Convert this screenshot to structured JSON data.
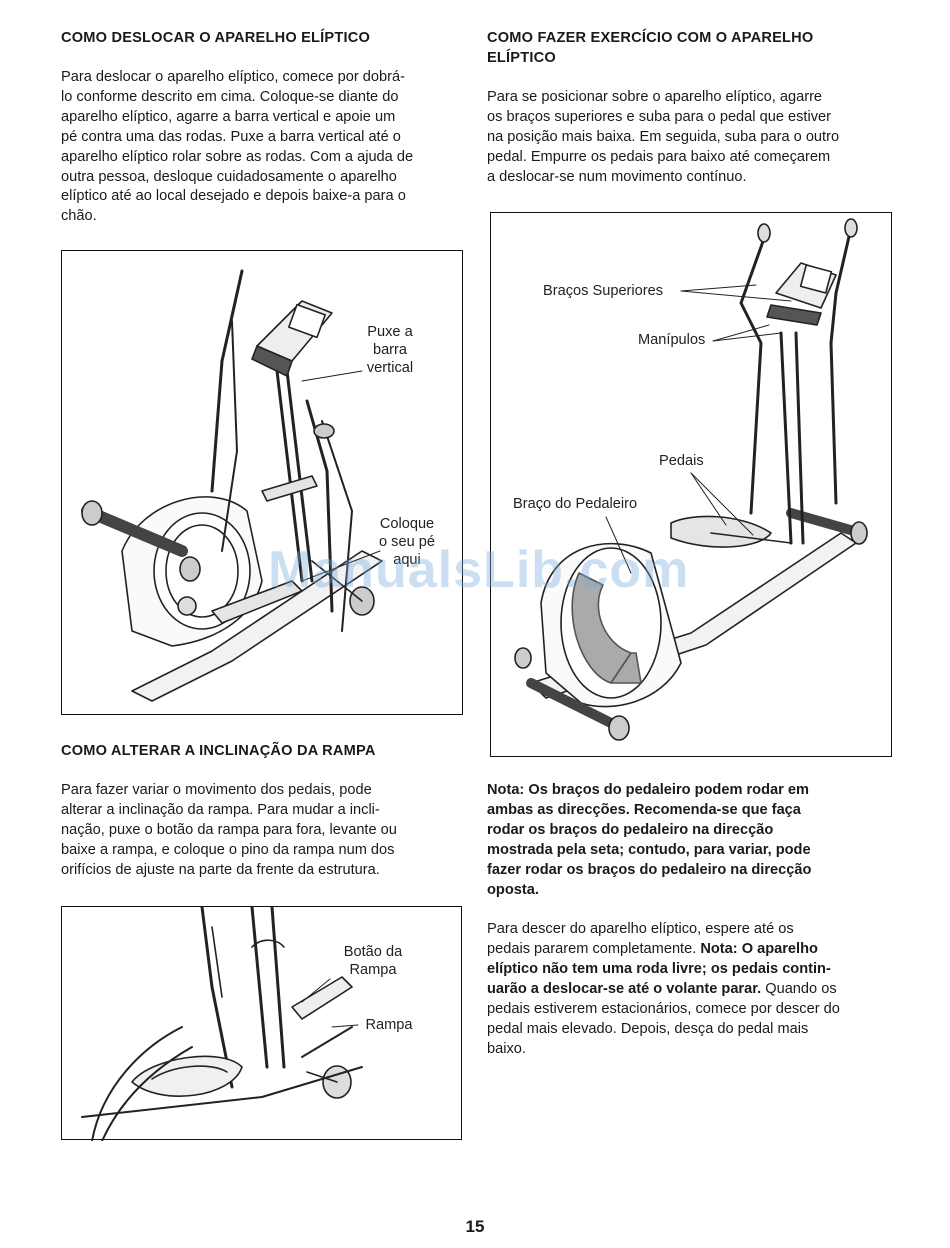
{
  "left": {
    "s1_heading": "COMO DESLOCAR O APARELHO ELÍPTICO",
    "s1_lines": [
      "Para deslocar o aparelho elíptico, comece por dobrá-",
      "lo conforme descrito em cima. Coloque-se diante do",
      "aparelho elíptico, agarre a barra vertical e apoie um",
      "pé contra uma das rodas. Puxe a barra vertical até o",
      "aparelho elíptico rolar sobre as rodas. Com a ajuda de",
      "outra pessoa, desloque cuidadosamente o aparelho",
      "elíptico até ao local desejado e depois baixe-a para o",
      "chão."
    ],
    "fig1_label_pull": [
      "Puxe a",
      "barra",
      "vertical"
    ],
    "fig1_label_foot": [
      "Coloque",
      "o seu pé",
      "aqui"
    ],
    "s2_heading": "COMO ALTERAR A INCLINAÇÃO DA RAMPA",
    "s2_lines": [
      "Para fazer variar o movimento dos pedais, pode",
      "alterar a inclinação da rampa. Para mudar a incli-",
      "nação, puxe o botão da rampa para fora, levante ou",
      "baixe a rampa, e coloque o pino da rampa num dos",
      "orifícios de ajuste na parte da frente da estrutura."
    ],
    "fig3_label_knob": [
      "Botão da",
      "Rampa"
    ],
    "fig3_label_ramp": "Rampa"
  },
  "right": {
    "s1_heading_lines": [
      "COMO FAZER EXERCÍCIO COM O APARELHO",
      "ELÍPTICO"
    ],
    "s1_lines": [
      "Para se posicionar sobre o aparelho elíptico, agarre",
      "os braços superiores e suba para o pedal que estiver",
      "na posição mais baixa. Em seguida, suba para o outro",
      "pedal. Empurre os pedais para baixo até começarem",
      "a deslocar-se num movimento contínuo."
    ],
    "fig2_labels": {
      "upper_arms": "Braços Superiores",
      "handles": "Manípulos",
      "pedals": "Pedais",
      "pedal_arm": "Braço do Pedaleiro"
    },
    "note_bold_lines": [
      "Nota: Os braços do pedaleiro podem rodar em",
      "ambas as direcções. Recomenda-se que faça",
      "rodar os braços do pedaleiro na direcção",
      "mostrada pela seta; contudo, para variar, pode",
      "fazer rodar os braços do pedaleiro na direcção",
      "oposta."
    ],
    "p2": {
      "l1": "Para descer do aparelho elíptico, espere até os",
      "l2_normal": "pedais pararem completamente. ",
      "l2_bold": "Nota: O aparelho",
      "l3_bold": "elíptico não tem uma roda livre; os pedais contin-",
      "l4_bold": "uarão a deslocar-se até o volante parar.",
      "l4_normal": " Quando os",
      "l5": "pedais estiverem estacionários, comece por descer do",
      "l6": "pedal mais elevado. Depois, desça do pedal mais",
      "l7": "baixo."
    }
  },
  "page_number": "15",
  "watermark": "ManualsLib.com"
}
